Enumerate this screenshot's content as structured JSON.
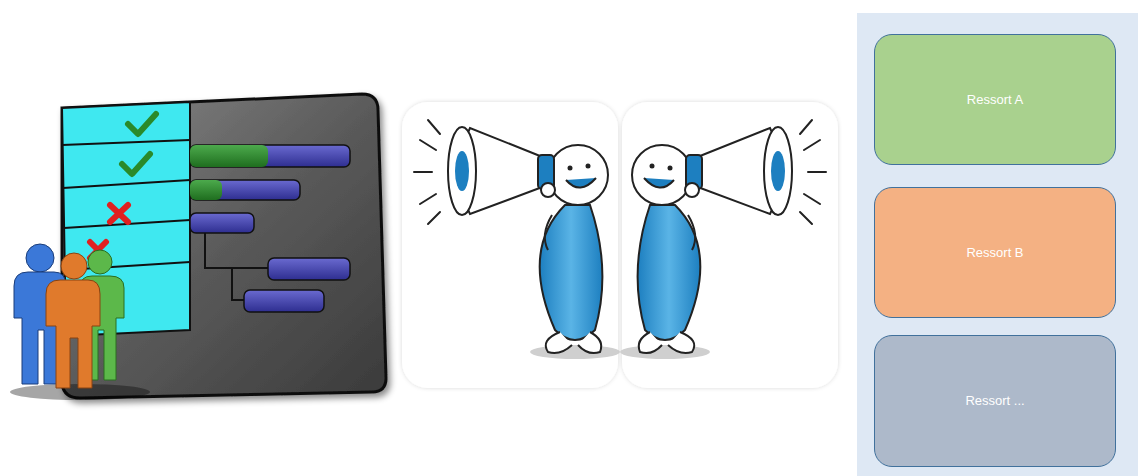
{
  "diagram": {
    "nodes": [
      {
        "text": [
          "Ressort A"
        ]
      },
      {
        "text": [
          "Ressort B"
        ]
      },
      {
        "text": [
          "Ressort ..."
        ]
      }
    ]
  }
}
